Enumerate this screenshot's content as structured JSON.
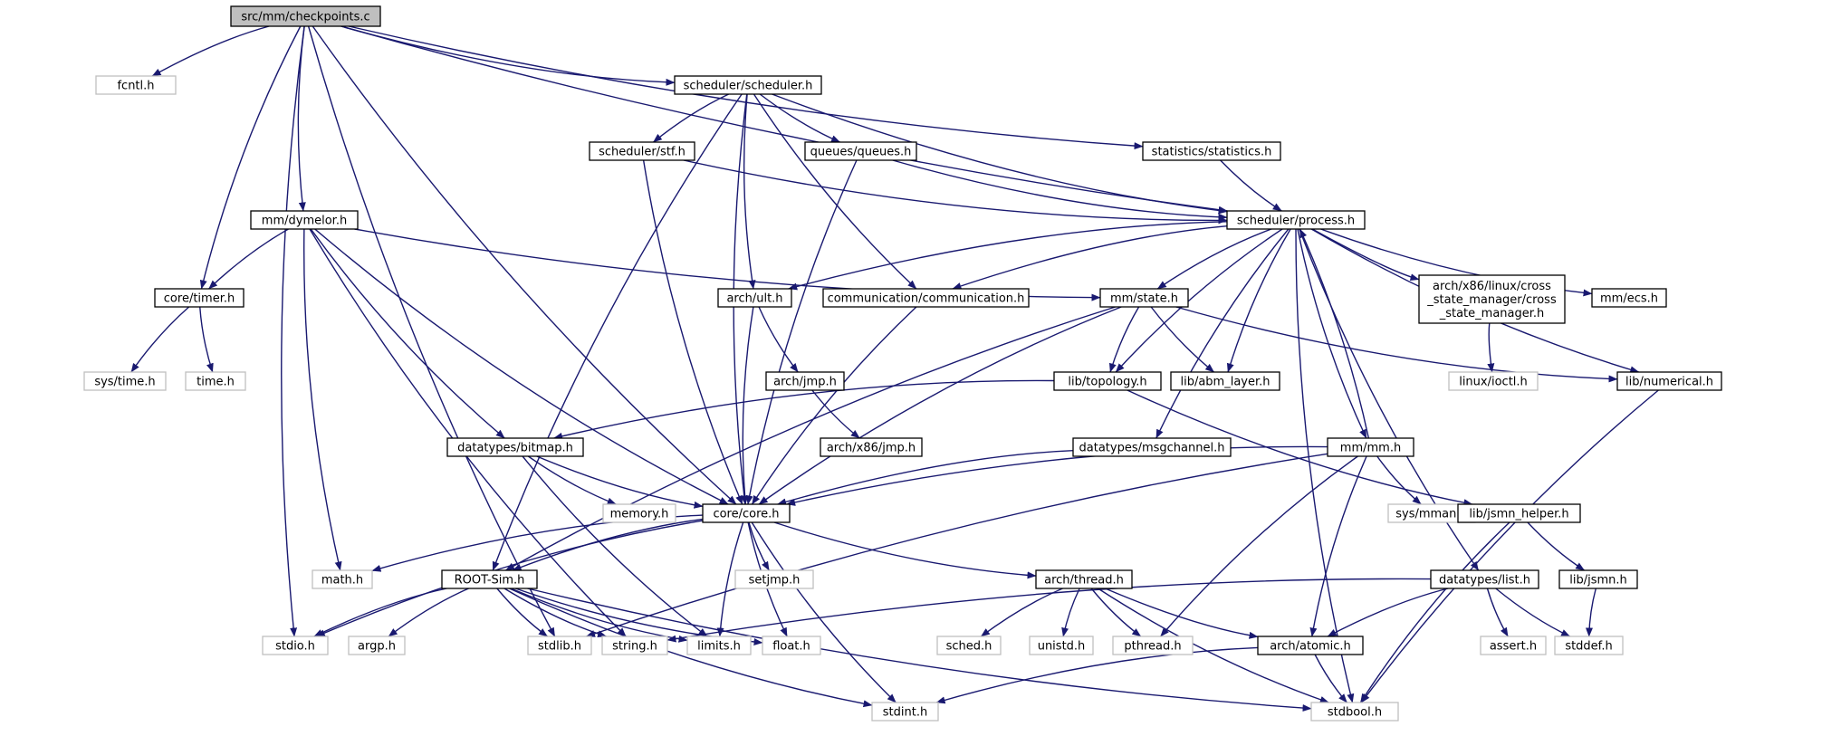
{
  "graph": {
    "colors": {
      "edge": "#191970",
      "root_fill": "#bfbfbf",
      "local_border": "#000000",
      "system_border": "#bfbfbf",
      "system_text": "#3f3f3f"
    },
    "nodes": [
      {
        "id": "checkpoints",
        "label": "src/mm/checkpoints.c",
        "kind": "root"
      },
      {
        "id": "fcntl",
        "label": "fcntl.h",
        "kind": "system"
      },
      {
        "id": "scheduler",
        "label": "scheduler/scheduler.h",
        "kind": "local"
      },
      {
        "id": "stf",
        "label": "scheduler/stf.h",
        "kind": "local"
      },
      {
        "id": "queues",
        "label": "queues/queues.h",
        "kind": "local"
      },
      {
        "id": "statistics",
        "label": "statistics/statistics.h",
        "kind": "local"
      },
      {
        "id": "process",
        "label": "scheduler/process.h",
        "kind": "local"
      },
      {
        "id": "dymelor",
        "label": "mm/dymelor.h",
        "kind": "local"
      },
      {
        "id": "timer",
        "label": "core/timer.h",
        "kind": "local"
      },
      {
        "id": "systime",
        "label": "sys/time.h",
        "kind": "system"
      },
      {
        "id": "time",
        "label": "time.h",
        "kind": "system"
      },
      {
        "id": "ult",
        "label": "arch/ult.h",
        "kind": "local"
      },
      {
        "id": "communication",
        "label": "communication/communication.h",
        "kind": "local"
      },
      {
        "id": "state",
        "label": "mm/state.h",
        "kind": "local"
      },
      {
        "id": "csm",
        "label": [
          "arch/x86/linux/cross",
          "_state_manager/cross",
          "_state_manager.h"
        ],
        "kind": "local"
      },
      {
        "id": "ecs",
        "label": "mm/ecs.h",
        "kind": "local"
      },
      {
        "id": "linuxioctl",
        "label": "linux/ioctl.h",
        "kind": "system"
      },
      {
        "id": "numerical",
        "label": "lib/numerical.h",
        "kind": "local"
      },
      {
        "id": "jmp",
        "label": "arch/jmp.h",
        "kind": "local"
      },
      {
        "id": "topology",
        "label": "lib/topology.h",
        "kind": "local"
      },
      {
        "id": "abm",
        "label": "lib/abm_layer.h",
        "kind": "local"
      },
      {
        "id": "x86jmp",
        "label": "arch/x86/jmp.h",
        "kind": "local"
      },
      {
        "id": "bitmap",
        "label": "datatypes/bitmap.h",
        "kind": "local"
      },
      {
        "id": "msgchannel",
        "label": "datatypes/msgchannel.h",
        "kind": "local"
      },
      {
        "id": "mmh",
        "label": "mm/mm.h",
        "kind": "local"
      },
      {
        "id": "memory",
        "label": "memory.h",
        "kind": "system"
      },
      {
        "id": "core",
        "label": "core/core.h",
        "kind": "local"
      },
      {
        "id": "sysmman",
        "label": "sys/mman.h",
        "kind": "system"
      },
      {
        "id": "jsmnhelper",
        "label": "lib/jsmn_helper.h",
        "kind": "local"
      },
      {
        "id": "math",
        "label": "math.h",
        "kind": "system"
      },
      {
        "id": "rootsim",
        "label": "ROOT-Sim.h",
        "kind": "local"
      },
      {
        "id": "setjmp",
        "label": "setjmp.h",
        "kind": "system"
      },
      {
        "id": "thread",
        "label": "arch/thread.h",
        "kind": "local"
      },
      {
        "id": "list",
        "label": "datatypes/list.h",
        "kind": "local"
      },
      {
        "id": "jsmn",
        "label": "lib/jsmn.h",
        "kind": "local"
      },
      {
        "id": "stdio",
        "label": "stdio.h",
        "kind": "system"
      },
      {
        "id": "argp",
        "label": "argp.h",
        "kind": "system"
      },
      {
        "id": "stdlib",
        "label": "stdlib.h",
        "kind": "system"
      },
      {
        "id": "string",
        "label": "string.h",
        "kind": "system"
      },
      {
        "id": "limits",
        "label": "limits.h",
        "kind": "system"
      },
      {
        "id": "float",
        "label": "float.h",
        "kind": "system"
      },
      {
        "id": "sched",
        "label": "sched.h",
        "kind": "system"
      },
      {
        "id": "unistd",
        "label": "unistd.h",
        "kind": "system"
      },
      {
        "id": "pthread",
        "label": "pthread.h",
        "kind": "system"
      },
      {
        "id": "atomic",
        "label": "arch/atomic.h",
        "kind": "local"
      },
      {
        "id": "assert",
        "label": "assert.h",
        "kind": "system"
      },
      {
        "id": "stddef",
        "label": "stddef.h",
        "kind": "system"
      },
      {
        "id": "stdint",
        "label": "stdint.h",
        "kind": "system"
      },
      {
        "id": "stdbool",
        "label": "stdbool.h",
        "kind": "system"
      }
    ],
    "edges": [
      [
        "checkpoints",
        "fcntl"
      ],
      [
        "checkpoints",
        "scheduler"
      ],
      [
        "checkpoints",
        "statistics"
      ],
      [
        "checkpoints",
        "process"
      ],
      [
        "checkpoints",
        "dymelor"
      ],
      [
        "checkpoints",
        "timer"
      ],
      [
        "checkpoints",
        "stdio"
      ],
      [
        "checkpoints",
        "stdlib"
      ],
      [
        "checkpoints",
        "core"
      ],
      [
        "scheduler",
        "stf"
      ],
      [
        "scheduler",
        "queues"
      ],
      [
        "scheduler",
        "process"
      ],
      [
        "scheduler",
        "ult"
      ],
      [
        "scheduler",
        "communication"
      ],
      [
        "scheduler",
        "core"
      ],
      [
        "scheduler",
        "rootsim"
      ],
      [
        "stf",
        "process"
      ],
      [
        "stf",
        "core"
      ],
      [
        "queues",
        "process"
      ],
      [
        "queues",
        "core"
      ],
      [
        "statistics",
        "process"
      ],
      [
        "dymelor",
        "timer"
      ],
      [
        "dymelor",
        "state"
      ],
      [
        "dymelor",
        "math"
      ],
      [
        "dymelor",
        "bitmap"
      ],
      [
        "dymelor",
        "core"
      ],
      [
        "dymelor",
        "string"
      ],
      [
        "timer",
        "systime"
      ],
      [
        "timer",
        "time"
      ],
      [
        "process",
        "ult"
      ],
      [
        "process",
        "communication"
      ],
      [
        "process",
        "state"
      ],
      [
        "process",
        "topology"
      ],
      [
        "process",
        "abm"
      ],
      [
        "process",
        "msgchannel"
      ],
      [
        "process",
        "mmh"
      ],
      [
        "process",
        "csm"
      ],
      [
        "process",
        "ecs"
      ],
      [
        "process",
        "numerical"
      ],
      [
        "process",
        "list"
      ],
      [
        "process",
        "stdbool"
      ],
      [
        "ult",
        "jmp"
      ],
      [
        "ult",
        "core"
      ],
      [
        "jmp",
        "x86jmp"
      ],
      [
        "communication",
        "core"
      ],
      [
        "state",
        "topology"
      ],
      [
        "state",
        "abm"
      ],
      [
        "state",
        "numerical"
      ],
      [
        "state",
        "core"
      ],
      [
        "state",
        "rootsim"
      ],
      [
        "csm",
        "linuxioctl"
      ],
      [
        "numerical",
        "stdbool"
      ],
      [
        "topology",
        "bitmap"
      ],
      [
        "topology",
        "jsmnhelper"
      ],
      [
        "bitmap",
        "memory"
      ],
      [
        "bitmap",
        "core"
      ],
      [
        "bitmap",
        "limits"
      ],
      [
        "msgchannel",
        "core"
      ],
      [
        "mmh",
        "process"
      ],
      [
        "mmh",
        "core"
      ],
      [
        "mmh",
        "sysmman"
      ],
      [
        "mmh",
        "stdlib"
      ],
      [
        "mmh",
        "pthread"
      ],
      [
        "mmh",
        "atomic"
      ],
      [
        "core",
        "math"
      ],
      [
        "core",
        "rootsim"
      ],
      [
        "core",
        "setjmp"
      ],
      [
        "core",
        "thread"
      ],
      [
        "core",
        "stdio"
      ],
      [
        "core",
        "limits"
      ],
      [
        "core",
        "float"
      ],
      [
        "core",
        "stdint"
      ],
      [
        "jsmnhelper",
        "jsmn"
      ],
      [
        "jsmnhelper",
        "stdbool"
      ],
      [
        "jsmn",
        "stddef"
      ],
      [
        "list",
        "string"
      ],
      [
        "list",
        "atomic"
      ],
      [
        "list",
        "assert"
      ],
      [
        "list",
        "stddef"
      ],
      [
        "rootsim",
        "stdio"
      ],
      [
        "rootsim",
        "argp"
      ],
      [
        "rootsim",
        "stdlib"
      ],
      [
        "rootsim",
        "string"
      ],
      [
        "rootsim",
        "limits"
      ],
      [
        "rootsim",
        "float"
      ],
      [
        "rootsim",
        "stdint"
      ],
      [
        "rootsim",
        "stdbool"
      ],
      [
        "thread",
        "sched"
      ],
      [
        "thread",
        "unistd"
      ],
      [
        "thread",
        "pthread"
      ],
      [
        "thread",
        "atomic"
      ],
      [
        "thread",
        "stdbool"
      ],
      [
        "atomic",
        "stdint"
      ],
      [
        "atomic",
        "stdbool"
      ]
    ]
  }
}
